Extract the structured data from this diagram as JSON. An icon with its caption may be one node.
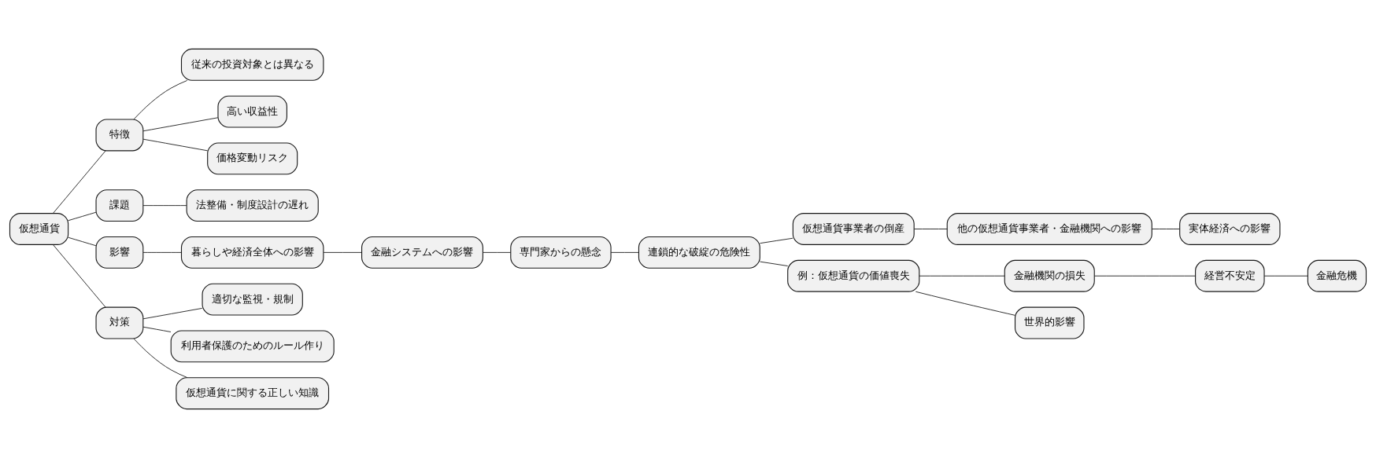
{
  "diagram": {
    "nodes": [
      {
        "text": [
          "仮想通貨"
        ]
      },
      {
        "text": [
          "特徴"
        ]
      },
      {
        "text": [
          "従来の投資対象とは異なる"
        ]
      },
      {
        "text": [
          "高い収益性"
        ]
      },
      {
        "text": [
          "価格変動リスク"
        ]
      },
      {
        "text": [
          "課題"
        ]
      },
      {
        "text": [
          "法整備・制度設計の遅れ"
        ]
      },
      {
        "text": [
          "影響"
        ]
      },
      {
        "text": [
          "暮らしや経済全体への影響"
        ]
      },
      {
        "text": [
          "金融システムへの影響"
        ]
      },
      {
        "text": [
          "専門家からの懸念"
        ]
      },
      {
        "text": [
          "連鎖的な破綻の危険性"
        ]
      },
      {
        "text": [
          "仮想通貨事業者の倒産"
        ]
      },
      {
        "text": [
          "他の仮想通貨事業者・金融機関への影響"
        ]
      },
      {
        "text": [
          "実体経済への影響"
        ]
      },
      {
        "text": [
          "例：仮想通貨の価値喪失"
        ]
      },
      {
        "text": [
          "金融機関の損失"
        ]
      },
      {
        "text": [
          "経営不安定"
        ]
      },
      {
        "text": [
          "金融危機"
        ]
      },
      {
        "text": [
          "世界的影響"
        ]
      },
      {
        "text": [
          "対策"
        ]
      },
      {
        "text": [
          "適切な監視・規制"
        ]
      },
      {
        "text": [
          "利用者保護のためのルール作り"
        ]
      },
      {
        "text": [
          "仮想通貨に関する正しい知識"
        ]
      }
    ],
    "edges": [
      {
        "from": 0,
        "to": 1,
        "arrow": "none"
      },
      {
        "from": 1,
        "to": 2,
        "arrow": "none"
      },
      {
        "from": 1,
        "to": 3,
        "arrow": "none"
      },
      {
        "from": 1,
        "to": 4,
        "arrow": "none"
      },
      {
        "from": 0,
        "to": 5,
        "arrow": "none"
      },
      {
        "from": 5,
        "to": 6,
        "arrow": "none"
      },
      {
        "from": 0,
        "to": 7,
        "arrow": "none"
      },
      {
        "from": 7,
        "to": 8,
        "arrow": "none"
      },
      {
        "from": 8,
        "to": 9,
        "arrow": "none"
      },
      {
        "from": 9,
        "to": 10,
        "arrow": "none"
      },
      {
        "from": 10,
        "to": 11,
        "arrow": "none"
      },
      {
        "from": 11,
        "to": 12,
        "arrow": "none"
      },
      {
        "from": 12,
        "to": 13,
        "arrow": "none"
      },
      {
        "from": 13,
        "to": 14,
        "arrow": "none"
      },
      {
        "from": 11,
        "to": 15,
        "arrow": "none"
      },
      {
        "from": 15,
        "to": 16,
        "arrow": "none"
      },
      {
        "from": 16,
        "to": 17,
        "arrow": "none"
      },
      {
        "from": 17,
        "to": 18,
        "arrow": "none"
      },
      {
        "from": 15,
        "to": 19,
        "arrow": "none"
      },
      {
        "from": 0,
        "to": 20,
        "arrow": "none"
      },
      {
        "from": 20,
        "to": 21,
        "arrow": "none"
      },
      {
        "from": 20,
        "to": 22,
        "arrow": "none"
      },
      {
        "from": 20,
        "to": 23,
        "arrow": "none"
      }
    ]
  }
}
